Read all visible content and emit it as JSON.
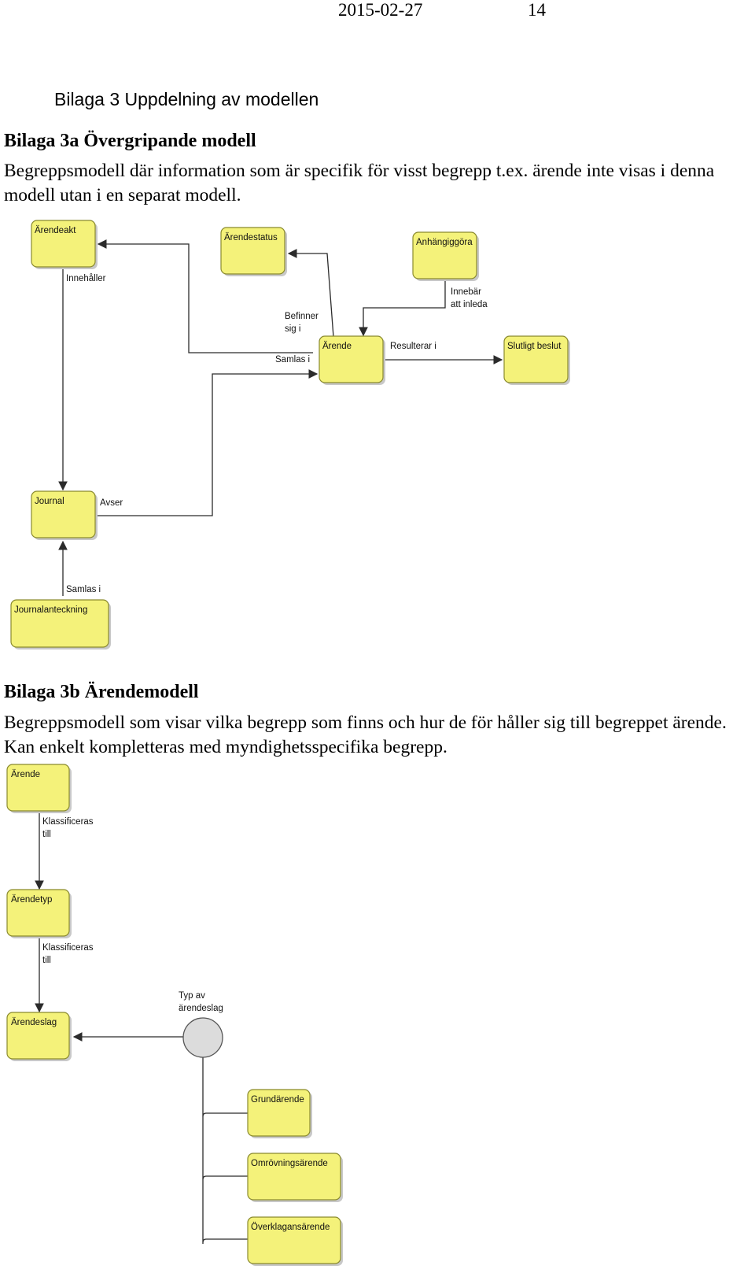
{
  "header": {
    "date": "2015-02-27",
    "page_number": "14"
  },
  "bilaga_title": "Bilaga 3 Uppdelning av modellen",
  "section_a": {
    "heading": "Bilaga 3a Övergripande modell",
    "text": "Begreppsmodell där information som är specifik för visst begrepp t.ex. ärende inte visas i denna modell utan i en separat modell.",
    "diagram": {
      "nodes": {
        "arendeakt": "Ärendeakt",
        "arendestatus": "Ärendestatus",
        "anhangiggora": "Anhängiggöra",
        "arende": "Ärende",
        "slutligt_beslut": "Slutligt beslut",
        "journal": "Journal",
        "journalanteckning": "Journalanteckning"
      },
      "edges": {
        "innehaller": "Innehåller",
        "befinner_sig_i_1": "Befinner",
        "befinner_sig_i_2": "sig i",
        "innebar_1": "Innebär",
        "innebar_2": "att inleda",
        "resulterar_i": "Resulterar i",
        "samlas_i_akt": "Samlas i",
        "avser": "Avser",
        "samlas_i_journal": "Samlas i"
      }
    }
  },
  "section_b": {
    "heading": "Bilaga 3b Ärendemodell",
    "text": "Begreppsmodell som visar vilka begrepp som finns och hur de för håller sig till begreppet ärende. Kan enkelt kompletteras med myndighetsspecifika begrepp.",
    "diagram": {
      "nodes": {
        "arende": "Ärende",
        "arendetyp": "Ärendetyp",
        "arendeslag": "Ärendeslag",
        "grundarende": "Grundärende",
        "omrovningsarende": "Omrövningsärende",
        "overklagansarende": "Överklagansärende"
      },
      "edges": {
        "klass1_1": "Klassificeras",
        "klass1_2": "till",
        "klass2_1": "Klassificeras",
        "klass2_2": "till",
        "typ_av_1": "Typ av",
        "typ_av_2": "ärendeslag"
      }
    }
  }
}
